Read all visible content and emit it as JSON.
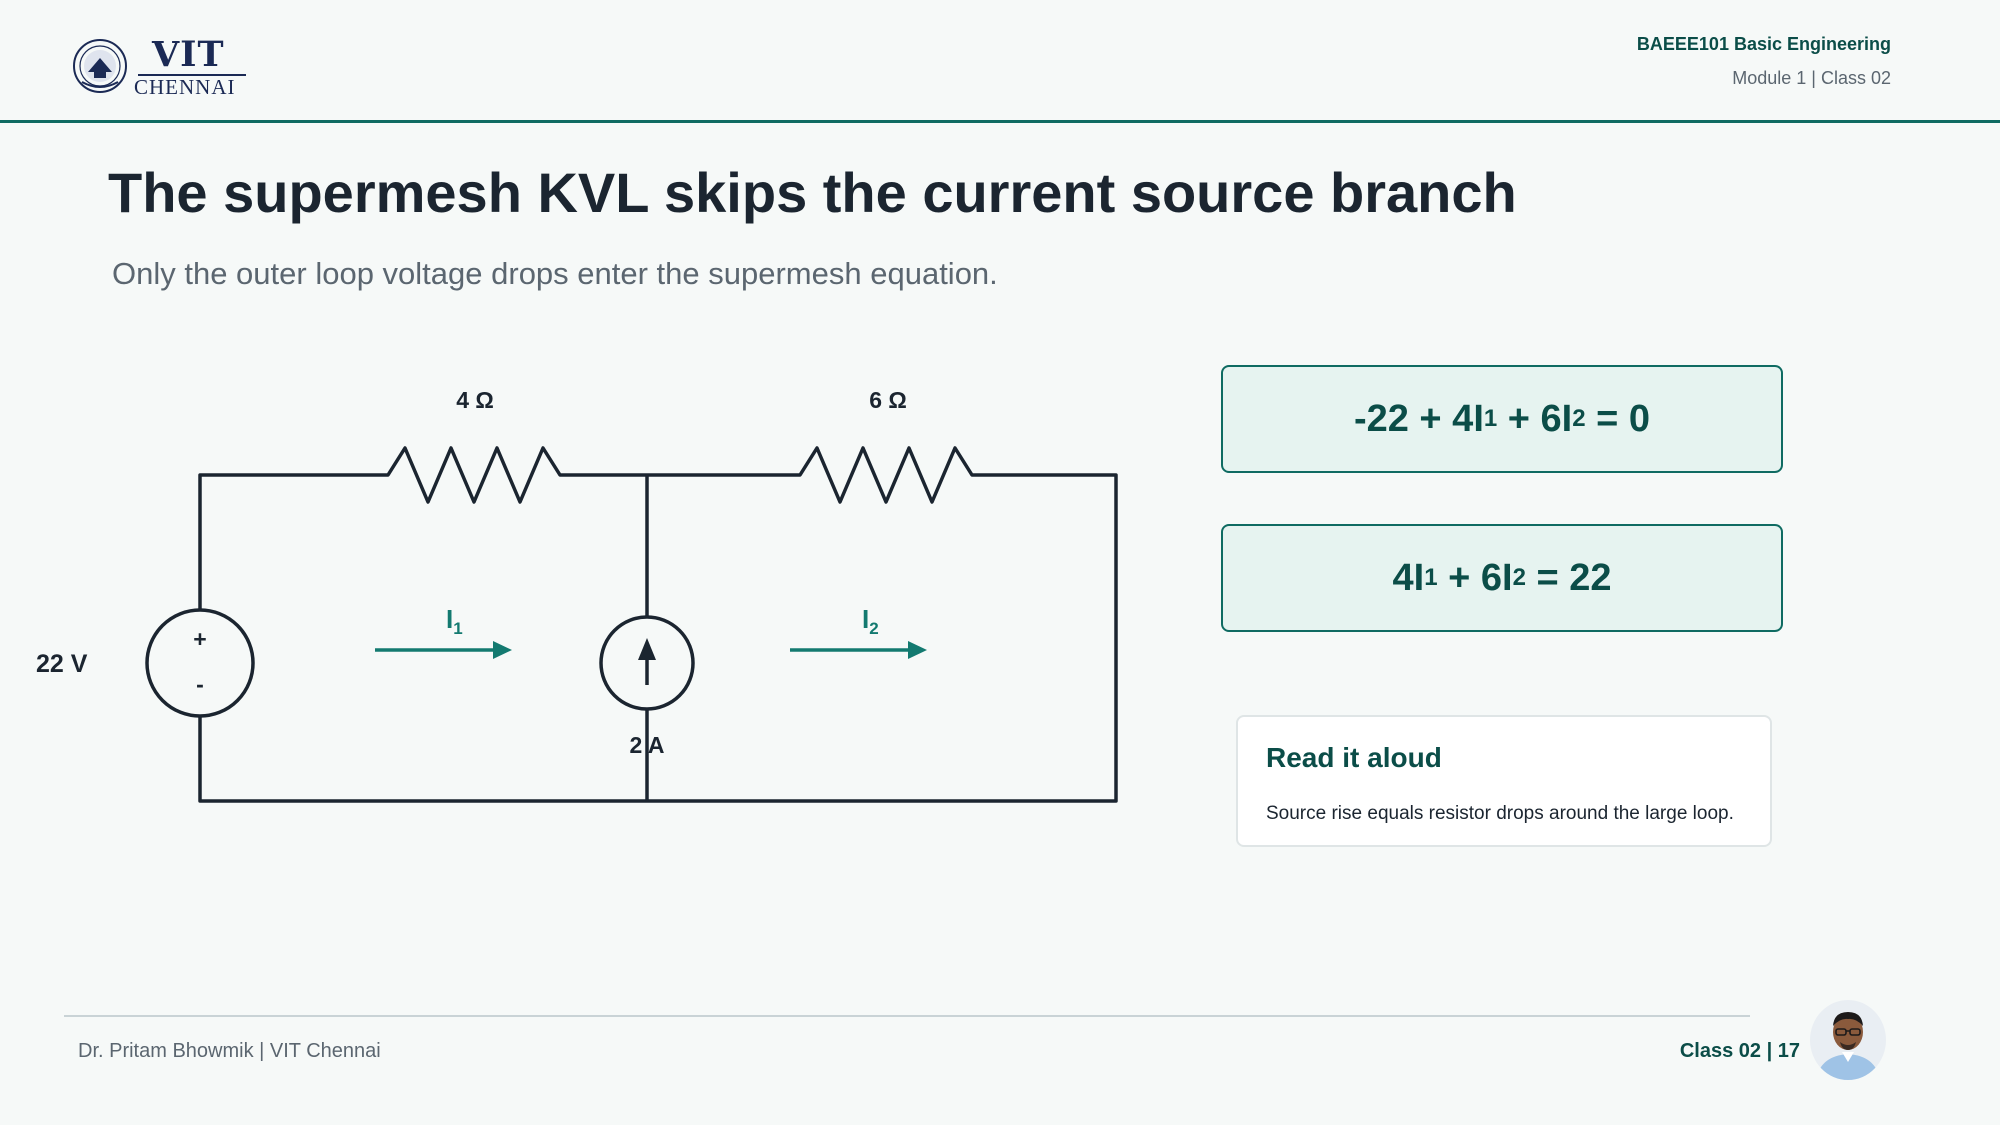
{
  "header": {
    "logo": {
      "name": "VIT",
      "subname": "CHENNAI"
    },
    "course": "BAEEE101 Basic Engineering",
    "module": "Module 1 | Class 02"
  },
  "slide": {
    "title": "The supermesh KVL skips the current source branch",
    "subtitle": "Only the outer loop voltage drops enter the supermesh equation."
  },
  "circuit": {
    "r1_label": "4 Ω",
    "r2_label": "6 Ω",
    "source_label": "22 V",
    "source_plus": "+",
    "source_minus": "-",
    "current_source_label": "2 A",
    "i1": {
      "main": "I",
      "sub": "1"
    },
    "i2": {
      "main": "I",
      "sub": "2"
    }
  },
  "equations": {
    "eq1": {
      "p1": "-22 + 4I",
      "s1": "1",
      "p2": " + 6I",
      "s2": "2",
      "p3": " = 0"
    },
    "eq2": {
      "p1": "4I",
      "s1": "1",
      "p2": " + 6I",
      "s2": "2",
      "p3": " = 22"
    }
  },
  "note": {
    "title": "Read it aloud",
    "body": "Source rise equals resistor drops around the large loop."
  },
  "footer": {
    "author": "Dr. Pritam Bhowmik | VIT Chennai",
    "page": "Class 02 | 17"
  },
  "colors": {
    "accent": "#0f6b62",
    "accent_dark": "#0b4d48",
    "wire": "#1b2530",
    "box_fill": "#e6f3f0",
    "background": "#f6f9f8"
  },
  "icons": {
    "seal": "vit-seal-icon",
    "avatar": "presenter-avatar"
  }
}
